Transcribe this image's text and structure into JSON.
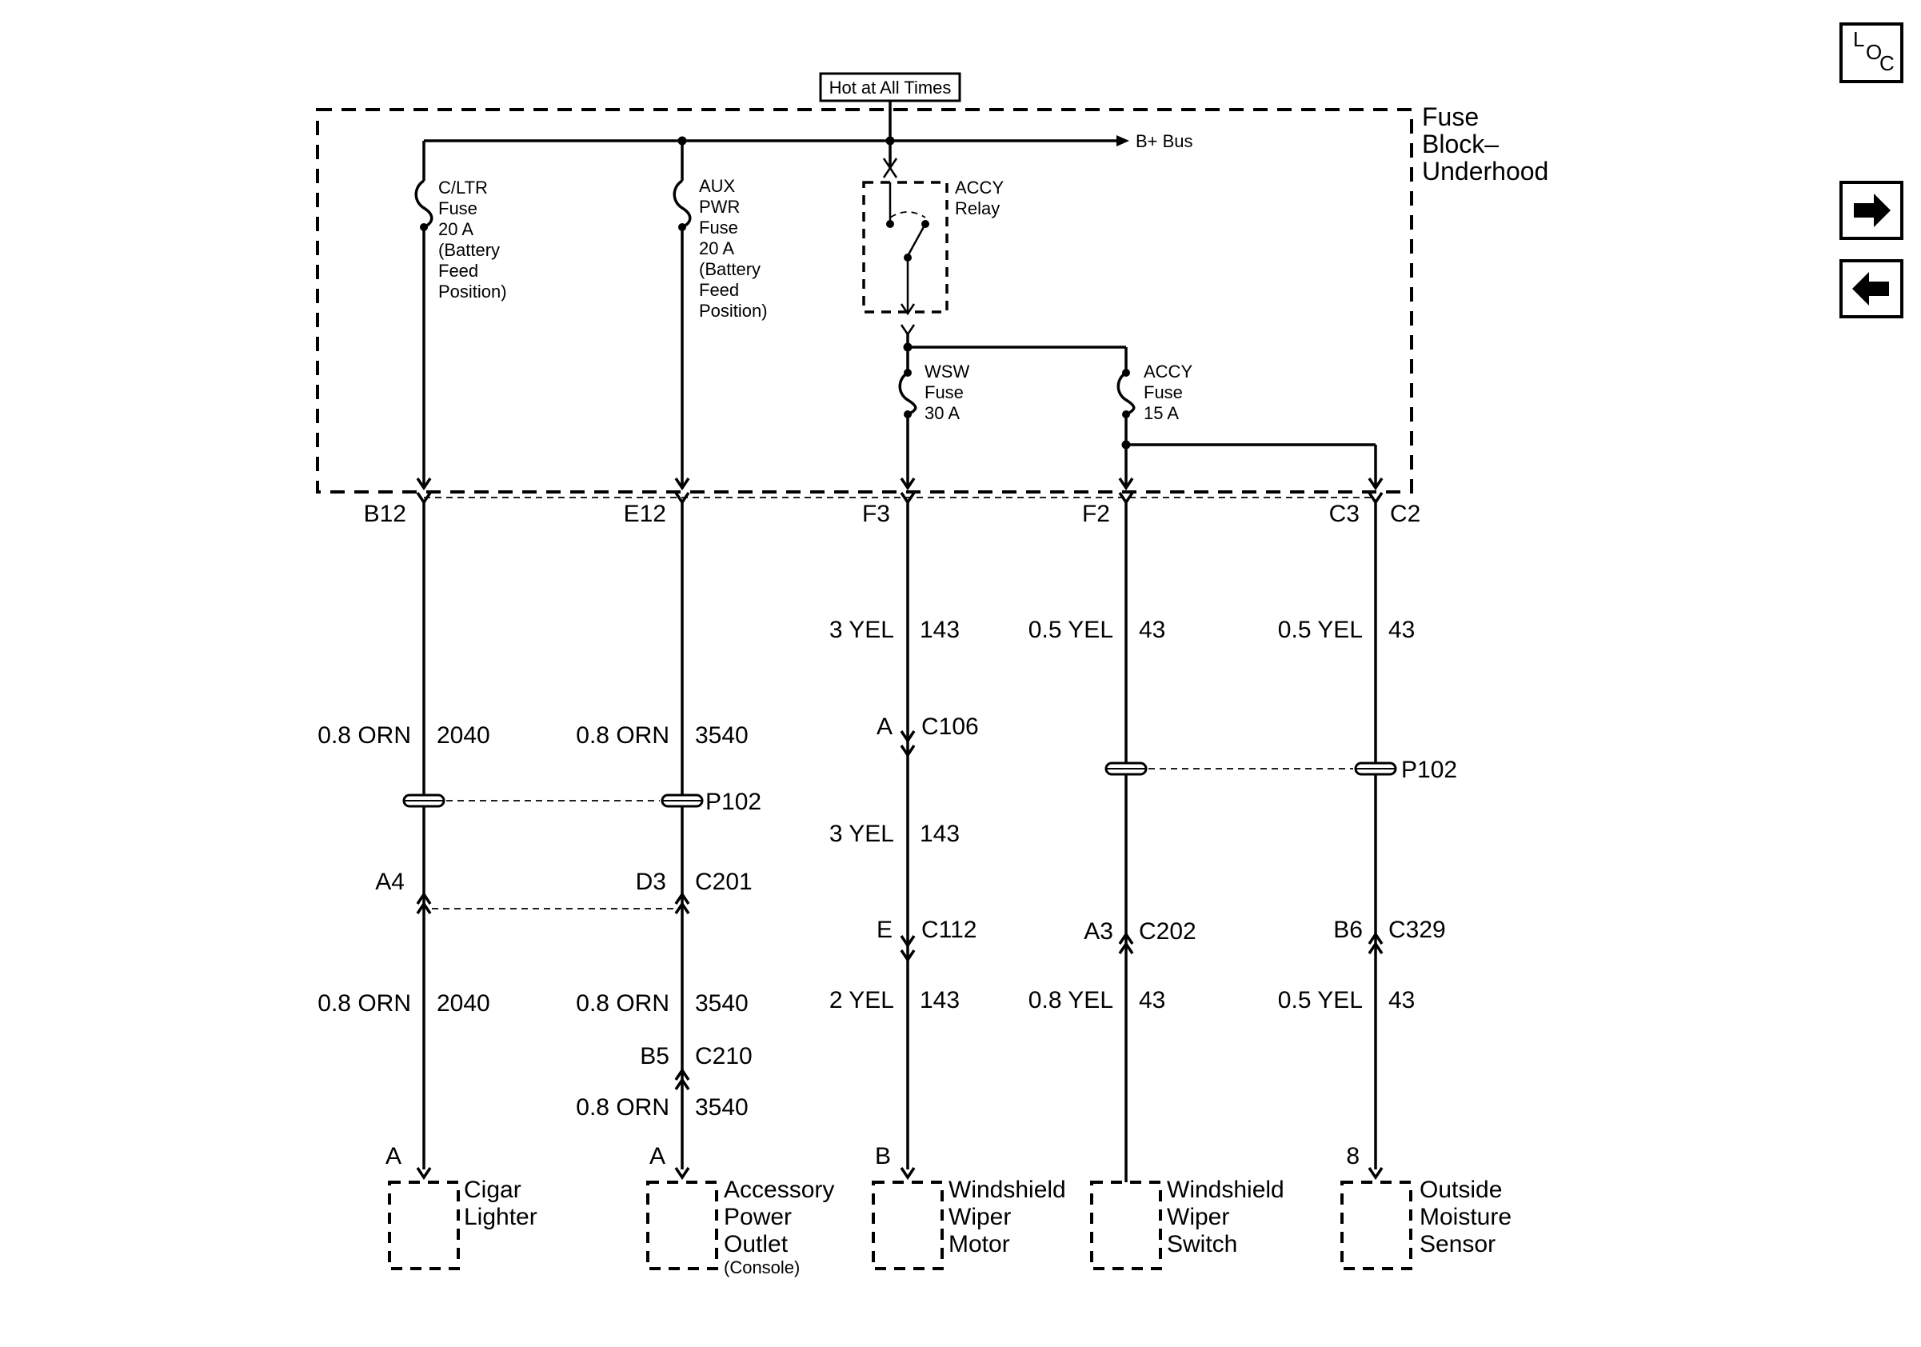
{
  "header": {
    "hot_label": "Hot at All Times"
  },
  "fuse_block": {
    "title_lines": [
      "Fuse",
      "Block–",
      "Underhood"
    ],
    "bus_label": "B+ Bus"
  },
  "fuses": {
    "cltr": [
      "C/LTR",
      "Fuse",
      "20 A",
      "(Battery",
      "Feed",
      "Position)"
    ],
    "aux": [
      "AUX",
      "PWR",
      "Fuse",
      "20 A",
      "(Battery",
      "Feed",
      "Position)"
    ],
    "wsw": [
      "WSW",
      "Fuse",
      "30 A"
    ],
    "accy": [
      "ACCY",
      "Fuse",
      "15 A"
    ]
  },
  "relay": {
    "lines": [
      "ACCY",
      "Relay"
    ]
  },
  "terminals": {
    "b12": "B12",
    "e12": "E12",
    "f3": "F3",
    "f2": "F2",
    "c3": "C3",
    "c2": "C2"
  },
  "wires": {
    "w143_upper": {
      "size": "3 YEL",
      "circuit": "143"
    },
    "w43_f2_upper": {
      "size": "0.5 YEL",
      "circuit": "43"
    },
    "w43_c3_upper": {
      "size": "0.5 YEL",
      "circuit": "43"
    },
    "w2040_upper": {
      "size": "0.8 ORN",
      "circuit": "2040"
    },
    "w3540_upper": {
      "size": "0.8 ORN",
      "circuit": "3540"
    },
    "w143_mid": {
      "size": "3 YEL",
      "circuit": "143"
    },
    "w2040_lower": {
      "size": "0.8 ORN",
      "circuit": "2040"
    },
    "w3540_mid": {
      "size": "0.8 ORN",
      "circuit": "3540"
    },
    "w143_lower": {
      "size": "2 YEL",
      "circuit": "143"
    },
    "w43_f2_lower": {
      "size": "0.8 YEL",
      "circuit": "43"
    },
    "w43_c3_lower": {
      "size": "0.5 YEL",
      "circuit": "43"
    },
    "w3540_lower": {
      "size": "0.8 ORN",
      "circuit": "3540"
    }
  },
  "connectors": {
    "c106": {
      "pin": "A",
      "name": "C106"
    },
    "p102_left": {
      "name": "P102"
    },
    "p102_right": {
      "name": "P102"
    },
    "c201": {
      "pin_left": "A4",
      "pin_right": "D3",
      "name": "C201"
    },
    "c112": {
      "pin": "E",
      "name": "C112"
    },
    "c202": {
      "pin": "A3",
      "name": "C202"
    },
    "c329": {
      "pin": "B6",
      "name": "C329"
    },
    "c210": {
      "pin": "B5",
      "name": "C210"
    }
  },
  "components": {
    "cigar": {
      "pin": "A",
      "lines": [
        "Cigar",
        "Lighter"
      ]
    },
    "outlet": {
      "pin": "A",
      "lines": [
        "Accessory",
        "Power",
        "Outlet"
      ],
      "note": "(Console)"
    },
    "motor": {
      "pin": "B",
      "lines": [
        "Windshield",
        "Wiper",
        "Motor"
      ]
    },
    "switch": {
      "lines": [
        "Windshield",
        "Wiper",
        "Switch"
      ]
    },
    "sensor": {
      "pin": "8",
      "lines": [
        "Outside",
        "Moisture",
        "Sensor"
      ]
    }
  },
  "nav": {
    "loc_l": "L",
    "loc_o": "O",
    "loc_c": "C",
    "icons": [
      "right-arrow-icon",
      "left-arrow-icon"
    ]
  }
}
